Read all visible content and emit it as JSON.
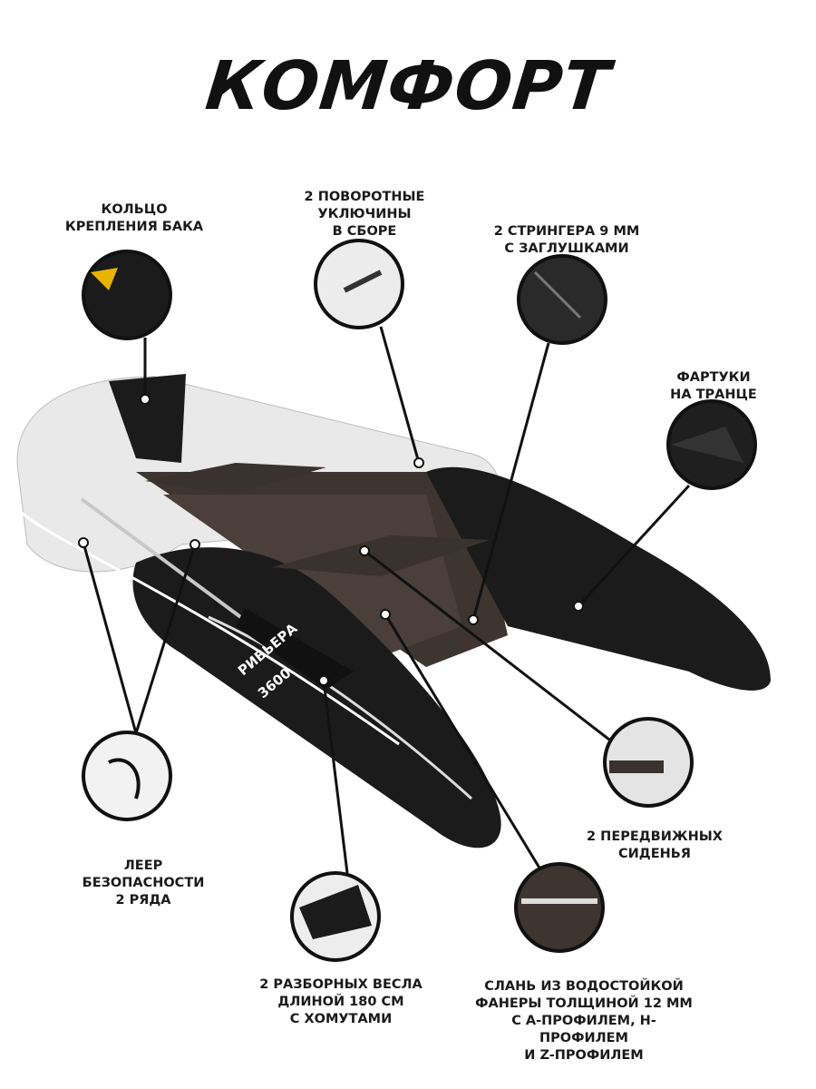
{
  "title": "КОМФОРТ",
  "boat": {
    "model_name": "РИВЬЕРА",
    "model_number": "3600"
  },
  "features": [
    {
      "id": "fuel-ring",
      "label": "КОЛЬЦО\nКРЕПЛЕНИЯ БАКА"
    },
    {
      "id": "oarlocks",
      "label": "2 ПОВОРОТНЫЕ\nУКЛЮЧИНЫ\nВ СБОРЕ"
    },
    {
      "id": "stringers",
      "label": "2 СТРИНГЕРА 9 ММ\nС ЗАГЛУШКАМИ"
    },
    {
      "id": "transom-aprons",
      "label": "ФАРТУКИ\nНА ТРАНЦЕ"
    },
    {
      "id": "seats",
      "label": "2 ПЕРЕДВИЖНЫХ\nСИДЕНЬЯ"
    },
    {
      "id": "floor",
      "label": "СЛАНЬ ИЗ ВОДОСТОЙКОЙ\nФАНЕРЫ ТОЛЩИНОЙ 12 ММ\nС А-ПРОФИЛЕМ, Н-ПРОФИЛЕМ\nИ Z-ПРОФИЛЕМ"
    },
    {
      "id": "oars",
      "label": "2 РАЗБОРНЫХ ВЕСЛА\nДЛИНОЙ 180 СМ\nС ХОМУТАМИ"
    },
    {
      "id": "safety-line",
      "label": "ЛЕЕР\nБЕЗОПАСНОСТИ\n2 РЯДА"
    }
  ],
  "colors": {
    "hull_black": "#1b1b1b",
    "hull_white": "#e9e9e9",
    "floor_brown": "#3e3430",
    "brand_yellow": "#e8b400"
  }
}
